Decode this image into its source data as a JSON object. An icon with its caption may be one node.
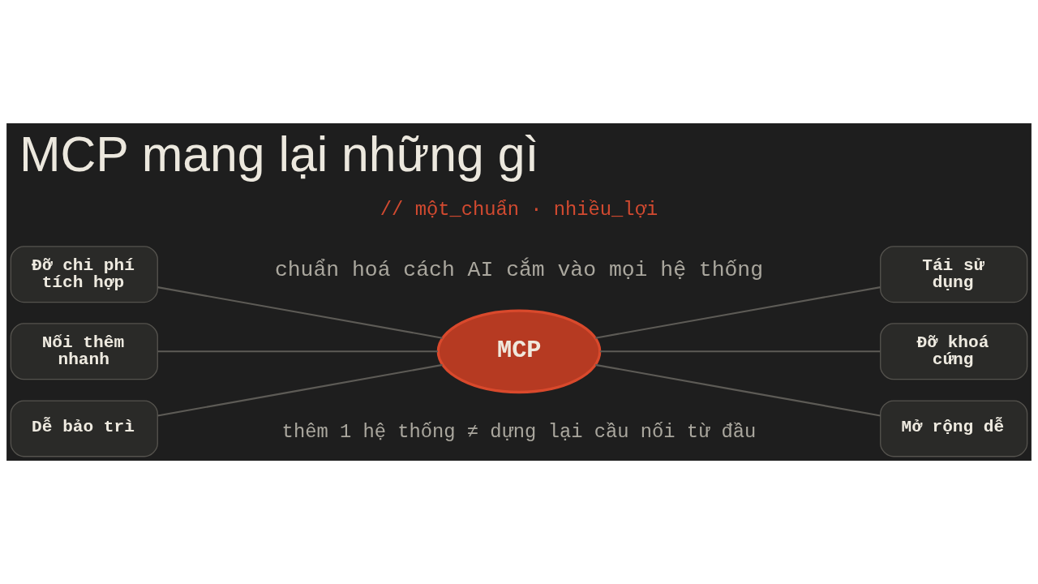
{
  "diagram": {
    "title": "MCP mang lại những gì",
    "nodes": [
      {
        "text": [
          "Đỡ chi phí tích hợp"
        ]
      },
      {
        "text": [
          "Tái sử dụng"
        ]
      },
      {
        "text": [
          "Nối thêm nhanh"
        ]
      },
      {
        "text": [
          "MCP"
        ]
      },
      {
        "text": [
          "Đỡ khoá cứng"
        ]
      },
      {
        "text": [
          "Dễ bảo trì"
        ]
      },
      {
        "text": [
          "Mở rộng dễ"
        ]
      }
    ],
    "edges": [
      {
        "from": 0,
        "to": 3,
        "arrow": "none"
      },
      {
        "from": 2,
        "to": 3,
        "arrow": "none"
      },
      {
        "from": 5,
        "to": 3,
        "arrow": "none"
      },
      {
        "from": 3,
        "to": 1,
        "arrow": "none"
      },
      {
        "from": 3,
        "to": 4,
        "arrow": "none"
      },
      {
        "from": 3,
        "to": 6,
        "arrow": "none"
      }
    ],
    "labels": [
      "// một_chuẩn · nhiều_lợi",
      "chuẩn hoá cách AI cắm vào mọi hệ thống",
      "thêm 1 hệ thống ≠ dựng lại cầu nối từ đầu"
    ]
  }
}
